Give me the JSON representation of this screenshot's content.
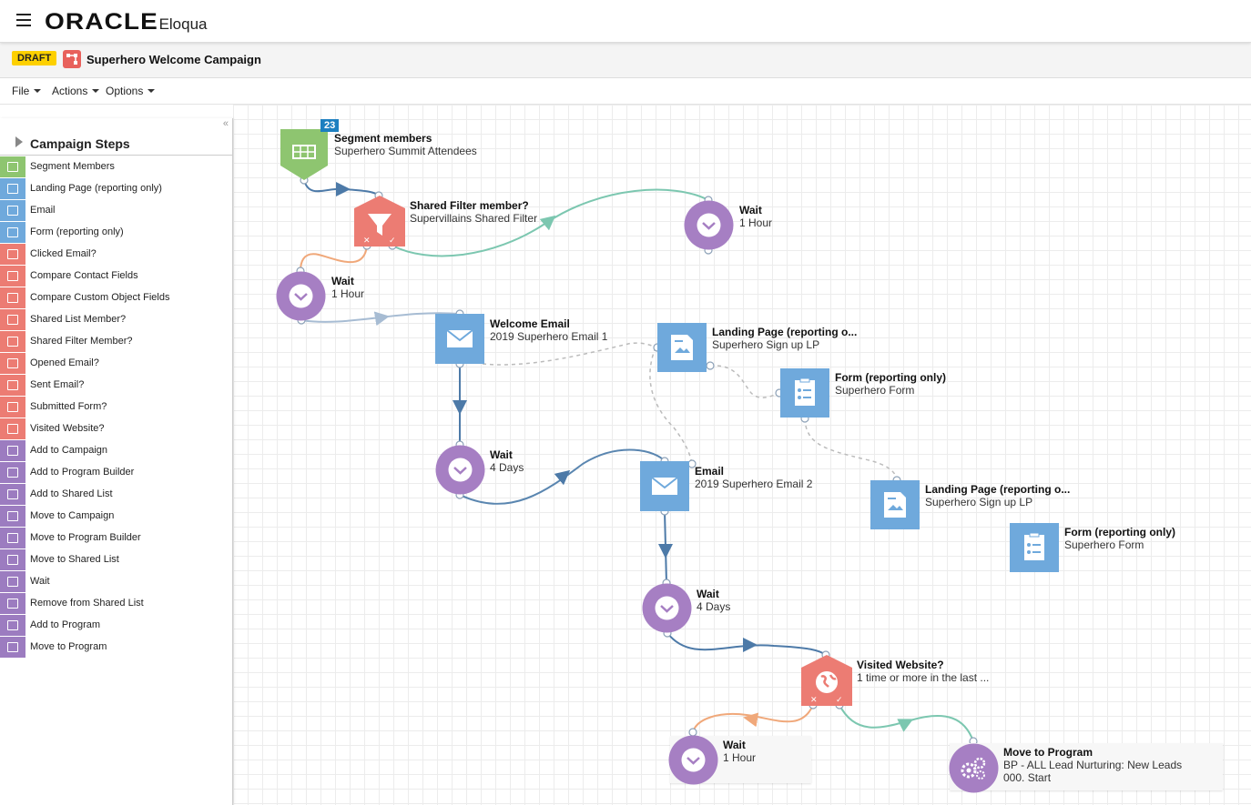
{
  "app": {
    "brand_oracle": "ORACLE",
    "brand_eloqua": "Eloqua"
  },
  "campaign": {
    "status": "DRAFT",
    "title": "Superhero Welcome Campaign"
  },
  "menu": [
    {
      "label": "File"
    },
    {
      "label": "Actions"
    },
    {
      "label": "Options"
    }
  ],
  "sidebar": {
    "collapse": "«",
    "title": "Campaign Steps",
    "items": [
      {
        "label": "Segment Members",
        "color": "#8ec570"
      },
      {
        "label": "Landing Page (reporting only)",
        "color": "#6fa9dc"
      },
      {
        "label": "Email",
        "color": "#6fa9dc"
      },
      {
        "label": "Form (reporting only)",
        "color": "#6fa9dc"
      },
      {
        "label": "Clicked Email?",
        "color": "#ec7c73"
      },
      {
        "label": "Compare Contact Fields",
        "color": "#ec7c73"
      },
      {
        "label": "Compare Custom Object Fields",
        "color": "#ec7c73"
      },
      {
        "label": "Shared List Member?",
        "color": "#ec7c73"
      },
      {
        "label": "Shared Filter Member?",
        "color": "#ec7c73"
      },
      {
        "label": "Opened Email?",
        "color": "#ec7c73"
      },
      {
        "label": "Sent Email?",
        "color": "#ec7c73"
      },
      {
        "label": "Submitted Form?",
        "color": "#ec7c73"
      },
      {
        "label": "Visited Website?",
        "color": "#ec7c73"
      },
      {
        "label": "Add to Campaign",
        "color": "#9c7cc0"
      },
      {
        "label": "Add to Program Builder",
        "color": "#9c7cc0"
      },
      {
        "label": "Add to Shared List",
        "color": "#9c7cc0"
      },
      {
        "label": "Move to Campaign",
        "color": "#9c7cc0"
      },
      {
        "label": "Move to Program Builder",
        "color": "#9c7cc0"
      },
      {
        "label": "Move to Shared List",
        "color": "#9c7cc0"
      },
      {
        "label": "Wait",
        "color": "#9c7cc0"
      },
      {
        "label": "Remove from Shared List",
        "color": "#9c7cc0"
      },
      {
        "label": "Add to Program",
        "color": "#9c7cc0"
      },
      {
        "label": "Move to Program",
        "color": "#9c7cc0"
      }
    ]
  },
  "nodes": {
    "segment": {
      "badge": "23",
      "title": "Segment members",
      "subtitle": "Superhero Summit Attendees"
    },
    "shared_filter": {
      "title": "Shared Filter member?",
      "subtitle": "Supervillains Shared Filter"
    },
    "wait_top_right": {
      "title": "Wait",
      "subtitle": "1 Hour"
    },
    "wait_1": {
      "title": "Wait",
      "subtitle": "1 Hour"
    },
    "welcome_email": {
      "title": "Welcome Email",
      "subtitle": "2019 Superhero Email 1"
    },
    "landing_page_1": {
      "title": "Landing Page (reporting o...",
      "subtitle": "Superhero Sign up LP"
    },
    "form_1": {
      "title": "Form (reporting only)",
      "subtitle": "Superhero Form"
    },
    "wait_2": {
      "title": "Wait",
      "subtitle": "4 Days"
    },
    "email_2": {
      "title": "Email",
      "subtitle": "2019 Superhero Email 2"
    },
    "landing_page_2": {
      "title": "Landing Page (reporting o...",
      "subtitle": "Superhero Sign up LP"
    },
    "form_2": {
      "title": "Form (reporting only)",
      "subtitle": "Superhero Form"
    },
    "wait_3": {
      "title": "Wait",
      "subtitle": "4 Days"
    },
    "visited_website": {
      "title": "Visited Website?",
      "subtitle": "1 time or more in the last ..."
    },
    "wait_4": {
      "title": "Wait",
      "subtitle": "1 Hour"
    },
    "move_to_program": {
      "title": "Move to Program",
      "subtitle": "BP - ALL Lead Nurturing: New Leads",
      "subtitle2": "000. Start"
    }
  },
  "colors": {
    "segment": "#8ec570",
    "asset": "#6fa9dc",
    "decision": "#ec7c73",
    "action": "#a67fc3",
    "draft": "#fdd000",
    "badge": "#1c7fc0"
  }
}
